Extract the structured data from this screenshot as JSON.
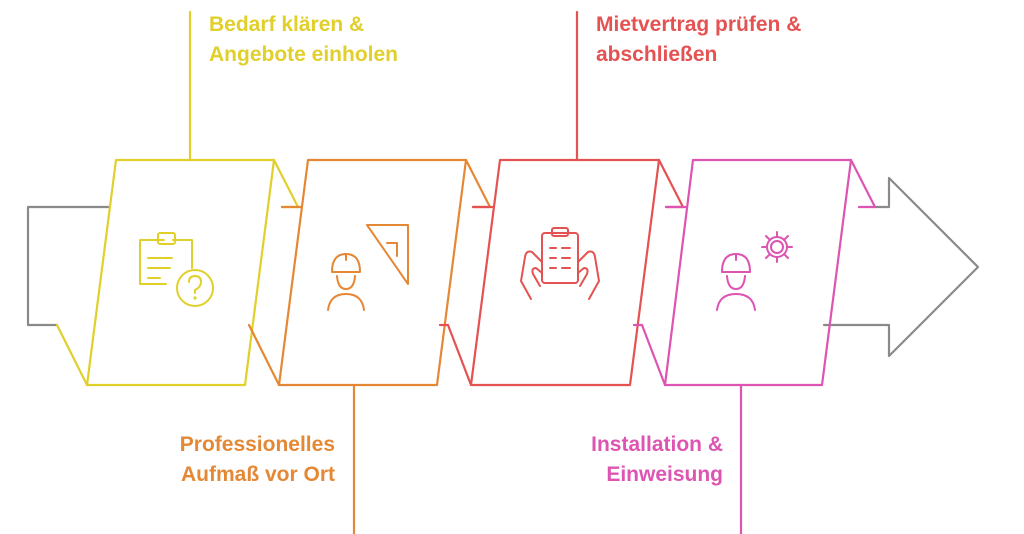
{
  "steps": [
    {
      "id": "step-1",
      "lines": [
        "Bedarf klären &",
        "Angebote einholen"
      ],
      "color": "#E1CF2A",
      "icon": "clipboard-question-icon",
      "label_side": "top"
    },
    {
      "id": "step-2",
      "lines": [
        "Professionelles",
        "Aufmaß vor Ort"
      ],
      "color": "#E58836",
      "icon": "worker-ruler-icon",
      "label_side": "bottom"
    },
    {
      "id": "step-3",
      "lines": [
        "Mietvertrag prüfen &",
        "abschließen"
      ],
      "color": "#E45252",
      "icon": "hands-document-icon",
      "label_side": "top"
    },
    {
      "id": "step-4",
      "lines": [
        "Installation &",
        "Einweisung"
      ],
      "color": "#DD54B2",
      "icon": "worker-gear-icon",
      "label_side": "bottom"
    }
  ],
  "arrow_color": "#8A8A8A"
}
